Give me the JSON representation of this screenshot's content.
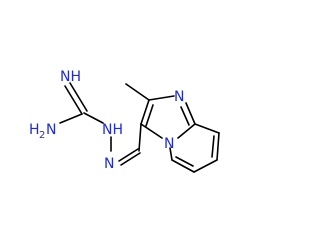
{
  "molecule": {
    "atoms": {
      "imine_nh": "NH",
      "amine": "H",
      "amine_n": "N",
      "amine_sub": "2",
      "hydrazone_nh": "NH",
      "hydrazone_n": "N",
      "ring_n_imidazole": "N",
      "ring_n_bridge": "N"
    },
    "colors": {
      "bond": "#000000",
      "heteroatom": "#1f2bd8",
      "background": "#ffffff"
    }
  }
}
